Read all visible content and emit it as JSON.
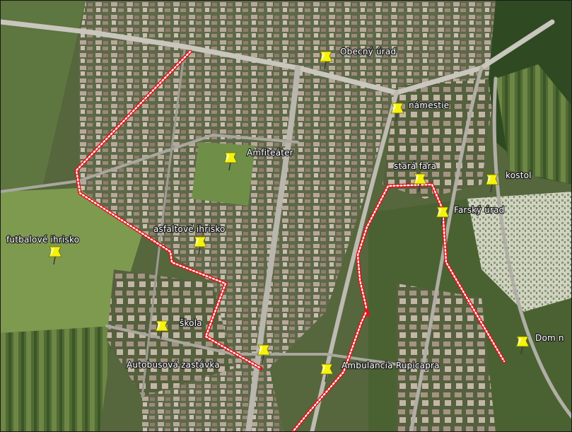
{
  "map": {
    "style": "satellite",
    "colors": {
      "route_main": "#e4141b",
      "route_dash": "#ffffff",
      "pin": "#f5f20c",
      "label_text": "#ffffff"
    },
    "pin_icon": "pushpin-icon",
    "places": [
      {
        "id": "obecny-urad",
        "label": "Obecný úrad"
      },
      {
        "id": "namestie",
        "label": "námestie"
      },
      {
        "id": "amfiteater",
        "label": "Amfiteáter"
      },
      {
        "id": "stara-fara",
        "label": "stará fara"
      },
      {
        "id": "kostol",
        "label": "kostol"
      },
      {
        "id": "farsky-urad",
        "label": "Farský úrad"
      },
      {
        "id": "futbalove-ihrisko",
        "label": "futbalové ihrisko"
      },
      {
        "id": "asfaltove-ihrisko",
        "label": "asfaltové ihrisko"
      },
      {
        "id": "skola",
        "label": "škola"
      },
      {
        "id": "autobusova-zastavka",
        "label": "Autobusová zastávka"
      },
      {
        "id": "ambulancia",
        "label": "Ambulancia Rupicapra"
      },
      {
        "id": "dom",
        "label": "Dom n"
      }
    ]
  }
}
